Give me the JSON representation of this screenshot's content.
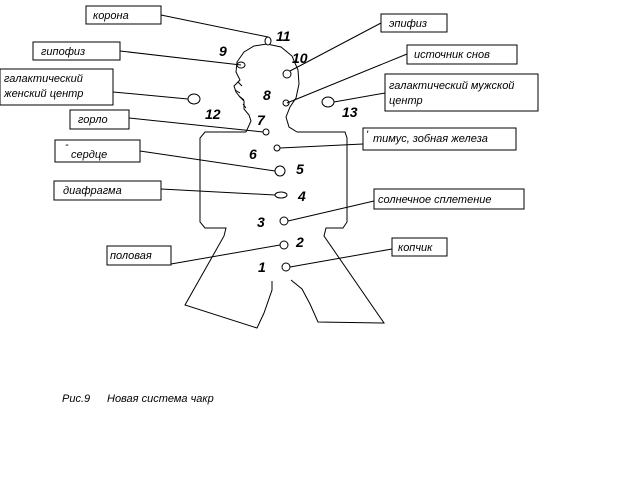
{
  "labels": {
    "korona": "корона",
    "epifiz": "эпифиз",
    "gipofiz": "гипофиз",
    "istochnik": "источник снов",
    "gal_zhen_1": "галактический",
    "gal_zhen_2": "женский центр",
    "gal_muzh_1": "галактический мужской",
    "gal_muzh_2": "центр",
    "gorlo": "горло",
    "timus_mark": "'",
    "timus": "тимус, зобная железа",
    "serdtse_mark": "-",
    "serdtse": "сердце",
    "diafragma": "диафрагма",
    "solnechnoe": "солнечное сплетение",
    "polovaya": "половая",
    "kopchik": "копчик"
  },
  "numbers": {
    "n1": "1",
    "n2": "2",
    "n3": "3",
    "n4": "4",
    "n5": "5",
    "n6": "6",
    "n7": "7",
    "n8": "8",
    "n9": "9",
    "n10": "10",
    "n11": "11",
    "n12": "12",
    "n13": "13"
  },
  "caption": {
    "fig": "Рис.9",
    "title": "Новая система чакр"
  }
}
